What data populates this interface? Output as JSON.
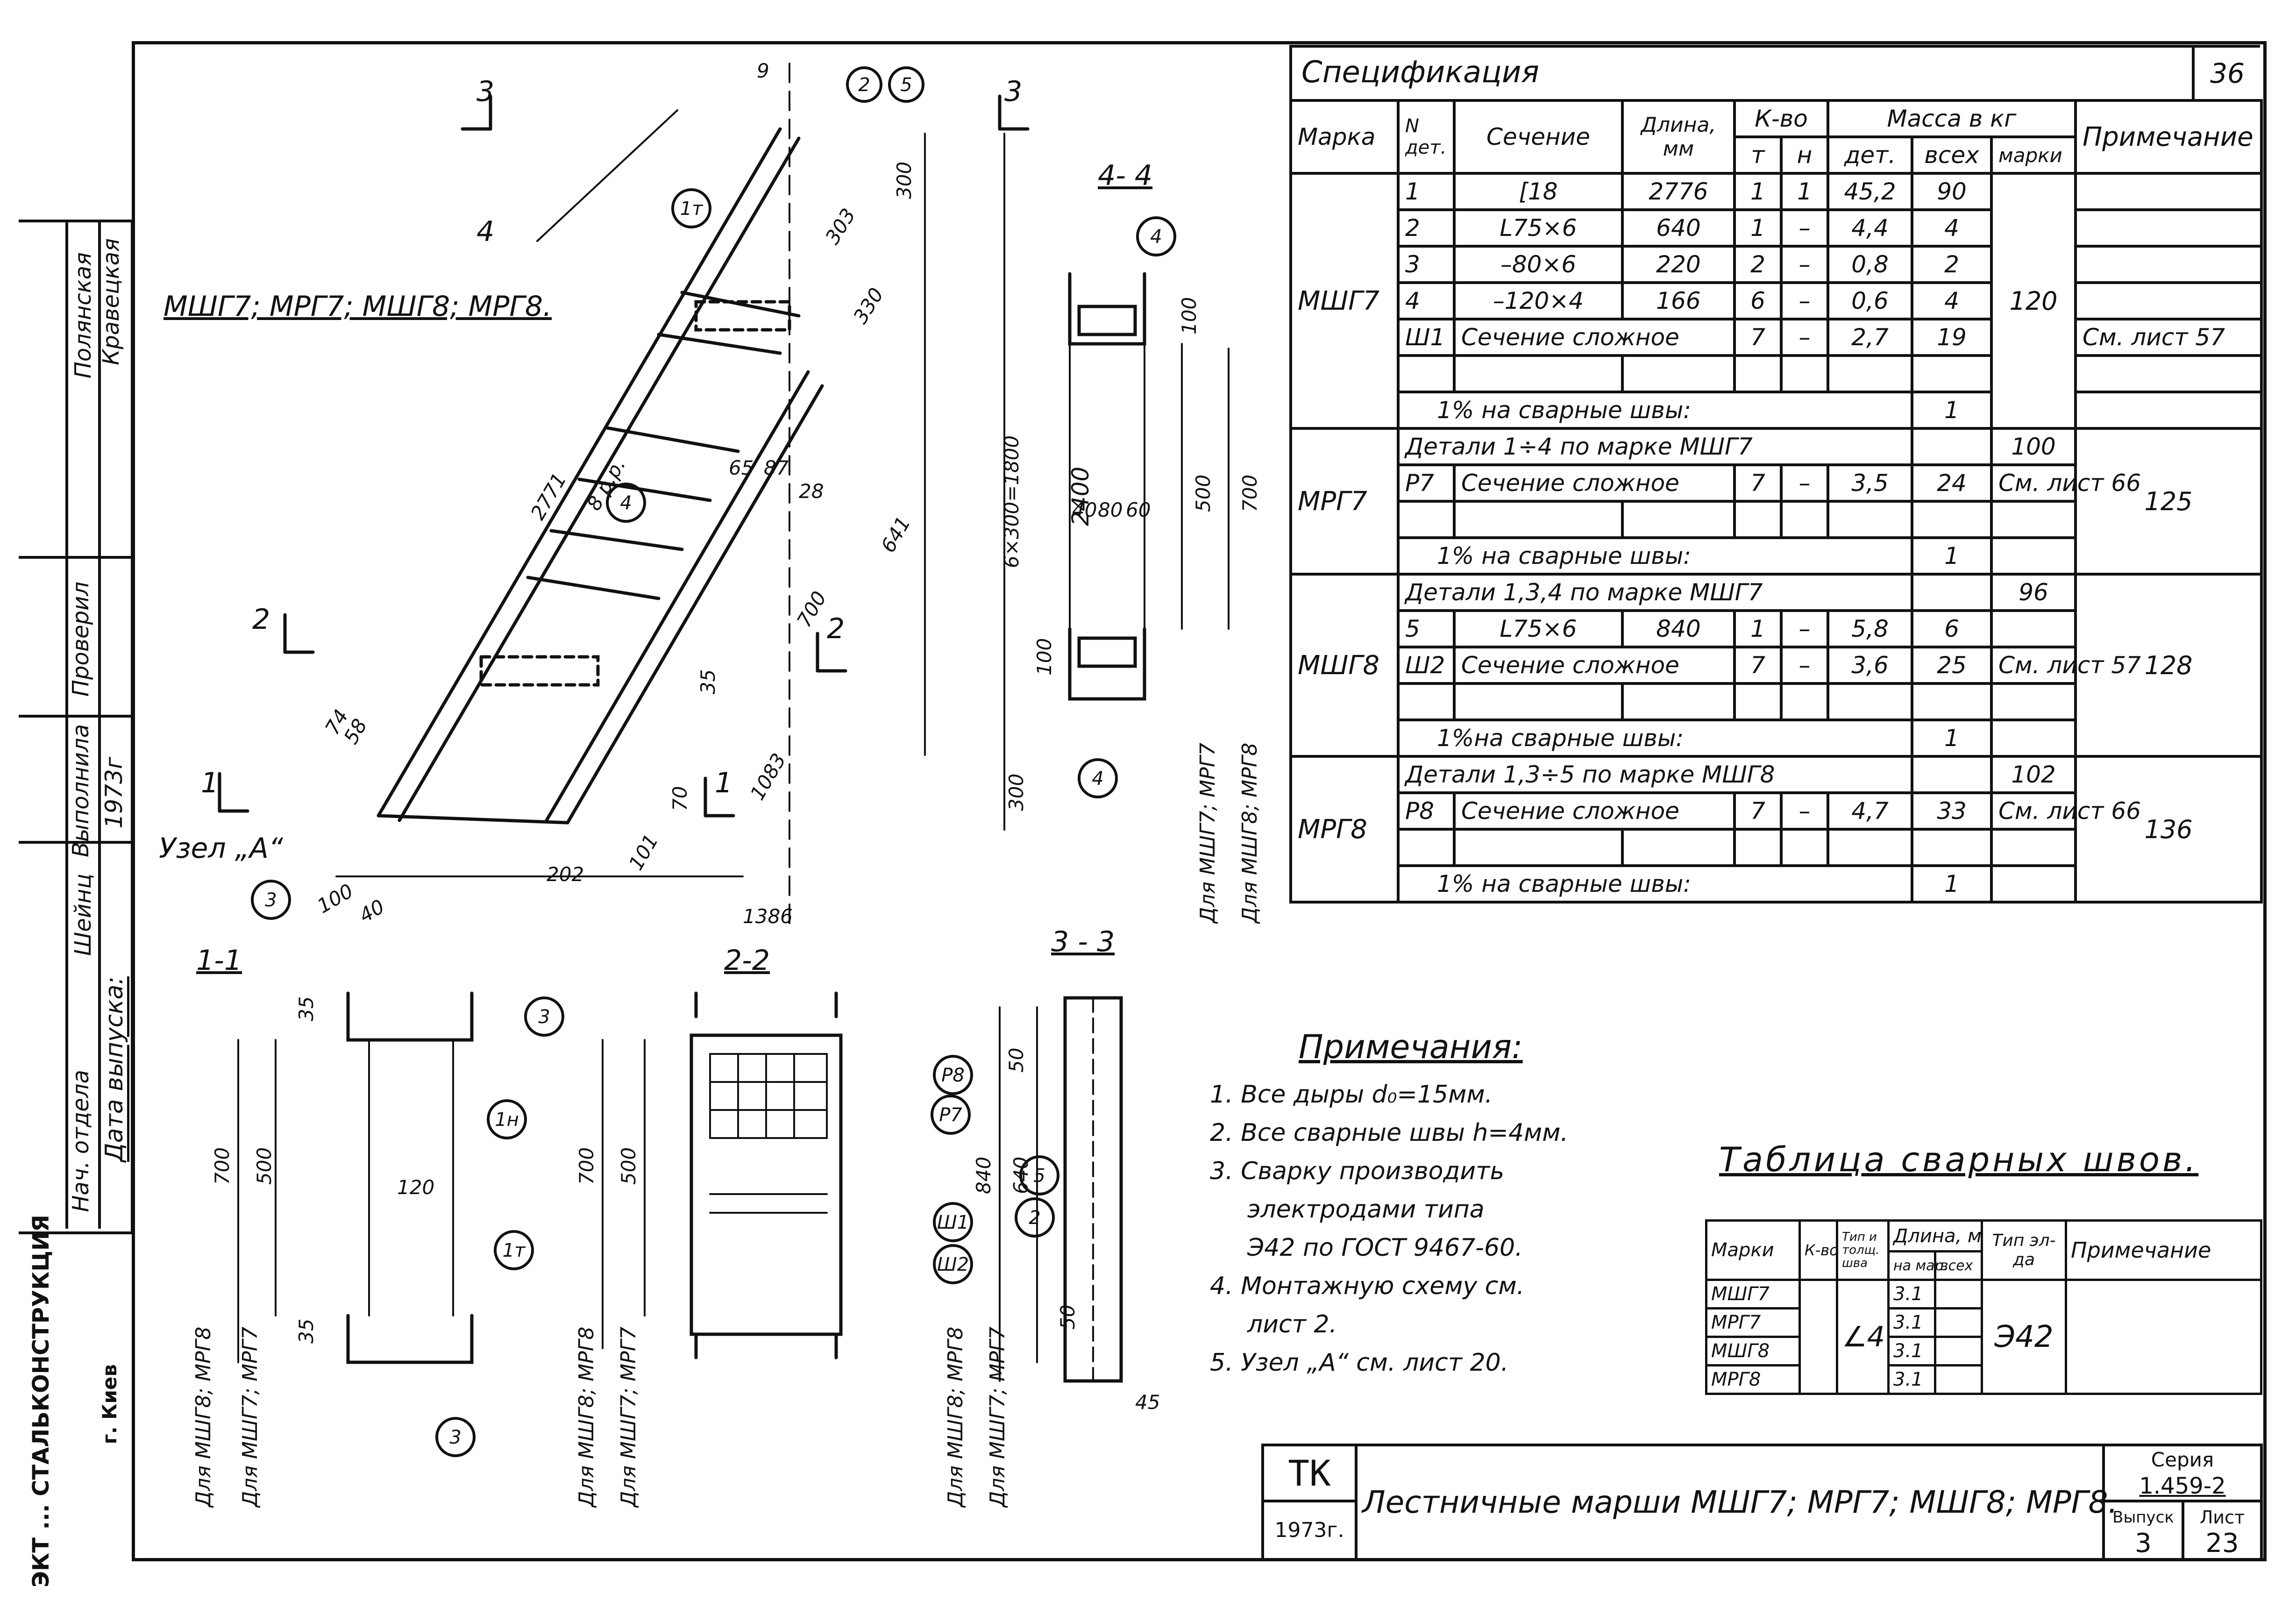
{
  "spec": {
    "title": "Спецификация",
    "page_code": "36",
    "headers": {
      "mark": "Марка",
      "det_no": "N дет.",
      "section": "Сечение",
      "length": "Длина, мм",
      "qty": "К-во",
      "qty_t": "т",
      "qty_n": "н",
      "mass": "Масса в кг",
      "mass_det": "дет.",
      "mass_all": "всех",
      "mass_mark": "марки",
      "note": "Примечание"
    },
    "groups": [
      {
        "mark": "МШГ7",
        "mark_mass": "120",
        "rows": [
          {
            "det": "1",
            "section": "[18",
            "length": "2776",
            "t": "1",
            "n": "1",
            "m_det": "45,2",
            "m_all": "90",
            "note": ""
          },
          {
            "det": "2",
            "section": "L75×6",
            "length": "640",
            "t": "1",
            "n": "–",
            "m_det": "4,4",
            "m_all": "4",
            "note": ""
          },
          {
            "det": "3",
            "section": "–80×6",
            "length": "220",
            "t": "2",
            "n": "–",
            "m_det": "0,8",
            "m_all": "2",
            "note": ""
          },
          {
            "det": "4",
            "section": "–120×4",
            "length": "166",
            "t": "6",
            "n": "–",
            "m_det": "0,6",
            "m_all": "4",
            "note": ""
          },
          {
            "det": "Ш1",
            "section": "Сечение сложное",
            "length": "",
            "t": "7",
            "n": "–",
            "m_det": "2,7",
            "m_all": "19",
            "note": "См. лист 57"
          }
        ],
        "weld_text": "1% на сварные швы:",
        "weld_mass": "1"
      },
      {
        "mark": "МРГ7",
        "mark_mass": "125",
        "details_text": "Детали 1÷4 по марке МШГ7",
        "details_mass": "100",
        "rows": [
          {
            "det": "Р7",
            "section": "Сечение сложное",
            "length": "",
            "t": "7",
            "n": "–",
            "m_det": "3,5",
            "m_all": "24",
            "note": "См. лист 66"
          }
        ],
        "weld_text": "1% на сварные швы:",
        "weld_mass": "1"
      },
      {
        "mark": "МШГ8",
        "mark_mass": "128",
        "details_text": "Детали 1,3,4 по марке МШГ7",
        "details_mass": "96",
        "rows": [
          {
            "det": "5",
            "section": "L75×6",
            "length": "840",
            "t": "1",
            "n": "–",
            "m_det": "5,8",
            "m_all": "6",
            "note": ""
          },
          {
            "det": "Ш2",
            "section": "Сечение сложное",
            "length": "",
            "t": "7",
            "n": "–",
            "m_det": "3,6",
            "m_all": "25",
            "note": "См. лист 57"
          }
        ],
        "weld_text": "1%на сварные швы:",
        "weld_mass": "1"
      },
      {
        "mark": "МРГ8",
        "mark_mass": "136",
        "details_text": "Детали 1,3÷5 по марке МШГ8",
        "details_mass": "102",
        "rows": [
          {
            "det": "Р8",
            "section": "Сечение сложное",
            "length": "",
            "t": "7",
            "n": "–",
            "m_det": "4,7",
            "m_all": "33",
            "note": "См. лист 66"
          }
        ],
        "weld_text": "1% на сварные швы:",
        "weld_mass": "1"
      }
    ]
  },
  "notes": {
    "title": "Примечания:",
    "items": [
      "1. Все дыры d₀=15мм.",
      "2. Все сварные швы h=4мм.",
      "3. Сварку производить",
      "электродами типа",
      "Э42 по ГОСТ 9467-60.",
      "4. Монтажную схему см.",
      "лист 2.",
      "5. Узел „А“ см. лист 20."
    ]
  },
  "weld_table": {
    "title": "Таблица сварных швов.",
    "headers": {
      "mark": "Марки",
      "qty": "К-во",
      "type": "Тип и толщ. шва",
      "length": "Длина, м",
      "len_mark": "на мар.",
      "len_all": "всех",
      "el_type": "Тип эл-да",
      "note": "Примечание"
    },
    "rows": [
      {
        "mark": "МШГ7",
        "len": "3.1"
      },
      {
        "mark": "МРГ7",
        "len": "3.1"
      },
      {
        "mark": "МШГ8",
        "len": "3.1"
      },
      {
        "mark": "МРГ8",
        "len": "3.1"
      }
    ],
    "weld_size": "4",
    "electrode": "Э42"
  },
  "title_block": {
    "org_mark": "ТК",
    "org_year": "1973г.",
    "title": "Лестничные марши МШГ7; МРГ7; МШГ8; МРГ8.",
    "series_label": "Серия",
    "series": "1.459-2",
    "issue_label": "Выпуск",
    "issue": "3",
    "sheet_label": "Лист",
    "sheet": "23"
  },
  "stamp": {
    "org": "ЭКТ ... СТАЛЬКОНСТРУКЦИЯ",
    "city": "г. Киев",
    "roles": [
      "Нач. отдела",
      "Проверил",
      "Выполнила",
      "Дата выпуска:"
    ],
    "names": [
      "Шейнц",
      "Полянская",
      "Кравецкая"
    ],
    "date": "1973г"
  },
  "drawing": {
    "main_label": "МШГ7; МРГ7; МШГ8; МРГ8.",
    "node_label": "Узел „А“",
    "bolt_label": "8 р.р.",
    "sections": {
      "s11": "1-1",
      "s22": "2-2",
      "s33": "3 - 3",
      "s44": "4- 4"
    },
    "cut_marks": {
      "c1": "1",
      "c2": "2",
      "c3": "3",
      "c4": "4"
    },
    "dims_main": [
      "9",
      "300",
      "303",
      "330",
      "2771",
      "65",
      "87",
      "28",
      "641",
      "700",
      "1083",
      "35",
      "2400",
      "6×300=1800",
      "300",
      "74",
      "58",
      "3",
      "4",
      "70",
      "101",
      "202",
      "3",
      "5",
      "35",
      "100",
      "40",
      "1386"
    ],
    "dims_11": [
      "35",
      "700",
      "500",
      "120",
      "35"
    ],
    "dims_22": [
      "700",
      "500"
    ],
    "dims_33": [
      "50",
      "840",
      "640",
      "50",
      "45"
    ],
    "dims_44": [
      "100",
      "40",
      "80",
      "60",
      "500",
      "700",
      "100"
    ],
    "callouts": [
      "2",
      "5",
      "1т",
      "4",
      "3",
      "1н",
      "3",
      "1т",
      "3",
      "Р8",
      "Р7",
      "Ш1",
      "Ш2",
      "5",
      "2",
      "4",
      "4"
    ],
    "side_labels": {
      "l11a": "Для МШГ8; МРГ8",
      "l11b": "Для МШГ7; МРГ7",
      "l22a": "Для МШГ8; МРГ8",
      "l22b": "Для МШГ7; МРГ7",
      "l33a": "Для МШГ8; МРГ8",
      "l33b": "Для МШГ7; МРГ7",
      "l44a": "Для МШГ7; МРГ7",
      "l44b": "Для МШГ8; МРГ8"
    }
  }
}
